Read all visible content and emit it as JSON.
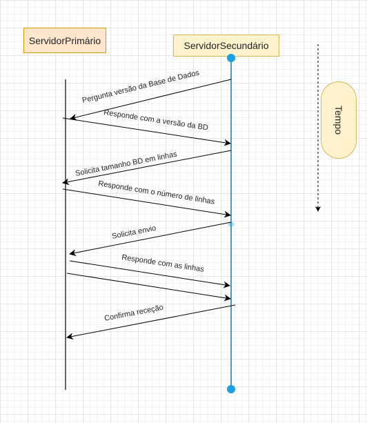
{
  "participants": {
    "primary": "ServidorPrimário",
    "secondary": "ServidorSecundário"
  },
  "time_label": "Tempo",
  "messages": [
    {
      "label": "Pergunta versão da Base de Dados",
      "from": "secondary",
      "to": "primary"
    },
    {
      "label": "Responde com a versão da BD",
      "from": "primary",
      "to": "secondary"
    },
    {
      "label": "Solicita tamanho BD em linhas",
      "from": "secondary",
      "to": "primary"
    },
    {
      "label": "Responde com o número de linhas",
      "from": "primary",
      "to": "secondary"
    },
    {
      "label": "Solicita envio",
      "from": "secondary",
      "to": "primary"
    },
    {
      "label": "Responde com as linhas",
      "from": "primary",
      "to": "secondary"
    },
    {
      "label": "",
      "from": "primary",
      "to": "secondary"
    },
    {
      "label": "Confirma receção",
      "from": "secondary",
      "to": "primary"
    }
  ],
  "colors": {
    "primary_fill": "#ffe6cc",
    "primary_stroke": "#d79b00",
    "secondary_fill": "#fff2cc",
    "secondary_stroke": "#d6b656",
    "lifeline_secondary": "#10739e",
    "endpoint": "#1ba1e2",
    "lifeline_primary": "#333333"
  }
}
